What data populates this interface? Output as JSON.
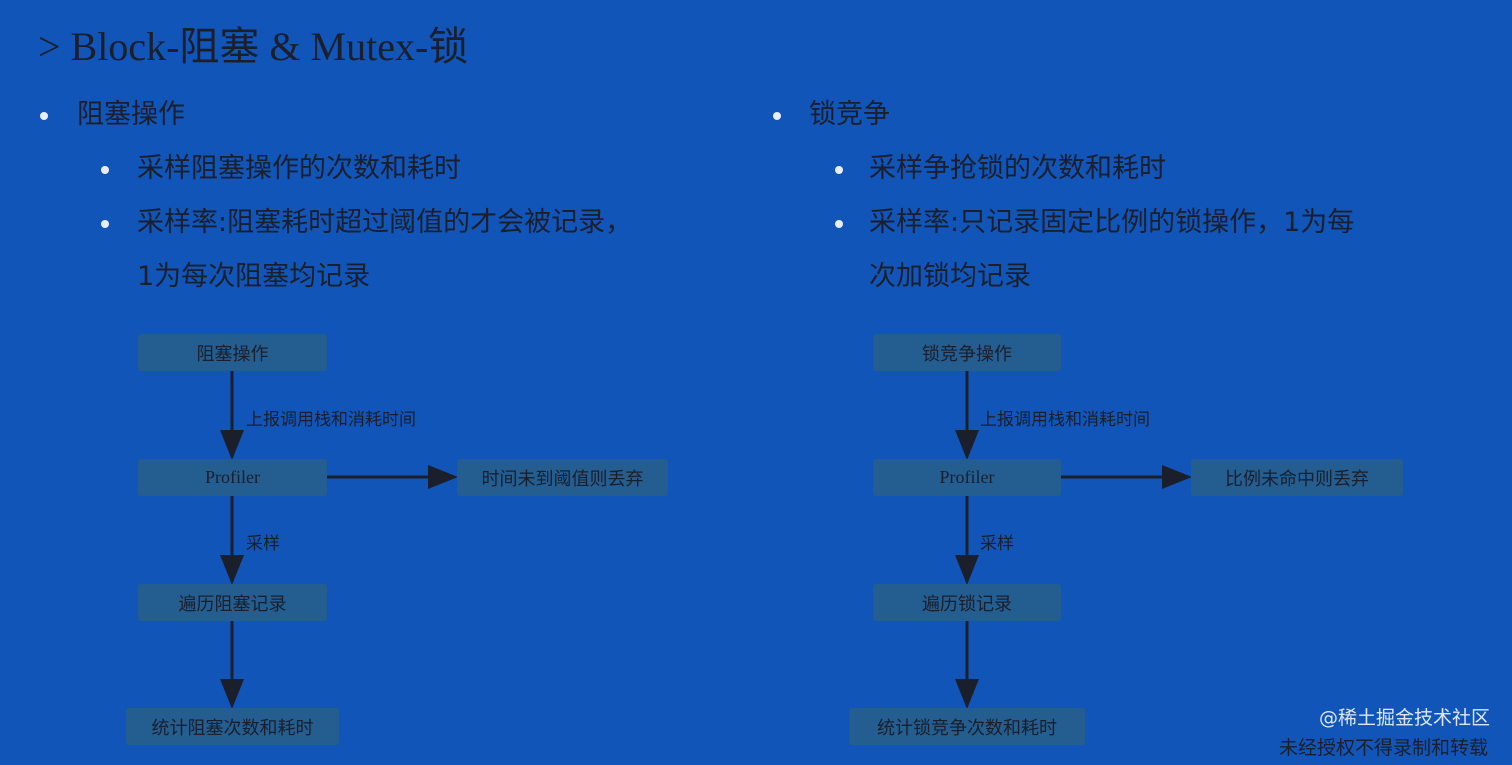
{
  "title": "> Block-阻塞 & Mutex-锁",
  "left": {
    "heading": "阻塞操作",
    "bullets": [
      "采样阻塞操作的次数和耗时",
      "采样率:阻塞耗时超过阈值的才会被记录，",
      "1为每次阻塞均记录"
    ],
    "flow": {
      "start": "阻塞操作",
      "edge1": "上报调用栈和消耗时间",
      "profiler": "Profiler",
      "discard": "时间未到阈值则丢弃",
      "edge2": "采样",
      "iterate": "遍历阻塞记录",
      "stats": "统计阻塞次数和耗时"
    }
  },
  "right": {
    "heading": "锁竞争",
    "bullets": [
      "采样争抢锁的次数和耗时",
      "采样率:只记录固定比例的锁操作，1为每",
      "次加锁均记录"
    ],
    "flow": {
      "start": "锁竞争操作",
      "edge1": "上报调用栈和消耗时间",
      "profiler": "Profiler",
      "discard": "比例未命中则丢弃",
      "edge2": "采样",
      "iterate": "遍历锁记录",
      "stats": "统计锁竞争次数和耗时"
    }
  },
  "watermark": {
    "site": "@稀土掘金技术社区",
    "notice": "未经授权不得录制和转载"
  },
  "colors": {
    "background": "#1155b9",
    "box": "#245d8f",
    "text": "#1b1f2c"
  }
}
